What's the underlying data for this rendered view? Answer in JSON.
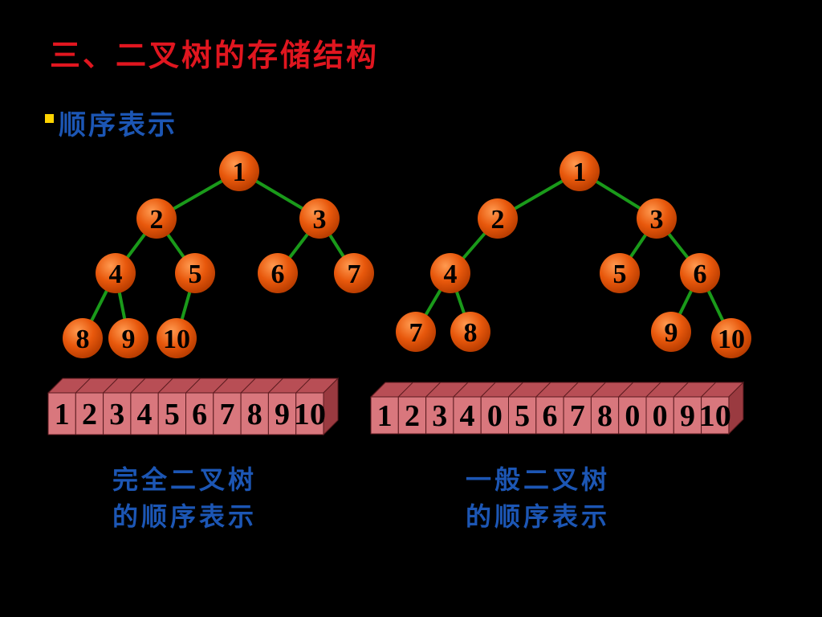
{
  "slide": {
    "title": "三、二叉树的存储结构",
    "bullet": "顺序表示"
  },
  "trees": [
    {
      "nodes": [
        "1",
        "2",
        "3",
        "4",
        "5",
        "6",
        "7",
        "8",
        "9",
        "10"
      ],
      "edges": [
        [
          "1",
          "2"
        ],
        [
          "1",
          "3"
        ],
        [
          "2",
          "4"
        ],
        [
          "2",
          "5"
        ],
        [
          "3",
          "6"
        ],
        [
          "3",
          "7"
        ],
        [
          "4",
          "8"
        ],
        [
          "4",
          "9"
        ],
        [
          "5",
          "10"
        ]
      ],
      "array": [
        "1",
        "2",
        "3",
        "4",
        "5",
        "6",
        "7",
        "8",
        "9",
        "10"
      ],
      "caption": [
        "完全二叉树",
        "的顺序表示"
      ]
    },
    {
      "nodes": [
        "1",
        "2",
        "3",
        "4",
        "5",
        "6",
        "7",
        "8",
        "9",
        "10"
      ],
      "edges": [
        [
          "1",
          "2"
        ],
        [
          "1",
          "3"
        ],
        [
          "2",
          "4"
        ],
        [
          "3",
          "5"
        ],
        [
          "3",
          "6"
        ],
        [
          "4",
          "7"
        ],
        [
          "4",
          "8"
        ],
        [
          "6",
          "9"
        ],
        [
          "6",
          "10"
        ]
      ],
      "array": [
        "1",
        "2",
        "3",
        "4",
        "0",
        "5",
        "6",
        "7",
        "8",
        "0",
        "0",
        "9",
        "10"
      ],
      "caption": [
        "一般二叉树",
        "的顺序表示"
      ]
    }
  ],
  "colors": {
    "node_fill": "#e8580c",
    "node_highlight": "#ff9a50",
    "edge": "#1a9a1a",
    "cell_front": "#d9777d",
    "cell_top": "#b84e55",
    "cell_side": "#9a3a40",
    "cell_border": "#5a1a1e"
  }
}
